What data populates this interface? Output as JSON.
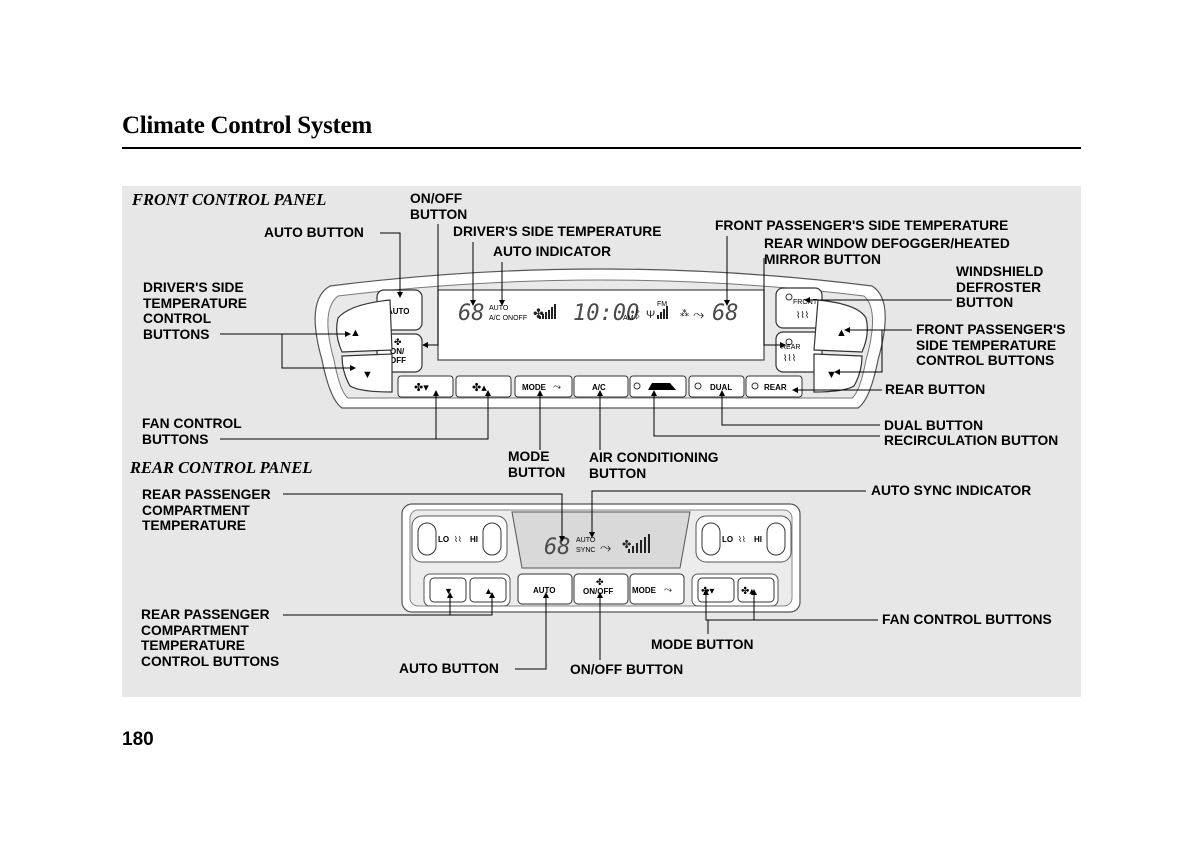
{
  "page": {
    "title": "Climate Control System",
    "number": "180"
  },
  "sections": {
    "front": "FRONT CONTROL PANEL",
    "rear": "REAR CONTROL PANEL"
  },
  "labels": {
    "on_off_button_top": "ON/OFF\nBUTTON",
    "auto_button_top": "AUTO BUTTON",
    "drivers_side_temperature": "DRIVER'S SIDE TEMPERATURE",
    "auto_indicator": "AUTO INDICATOR",
    "front_passenger_side_temperature": "FRONT PASSENGER'S SIDE TEMPERATURE",
    "rear_window_defogger": "REAR WINDOW DEFOGGER/HEATED\nMIRROR BUTTON",
    "windshield_defroster": "WINDSHIELD\nDEFROSTER\nBUTTON",
    "drivers_temp_controls": "DRIVER'S SIDE\nTEMPERATURE\nCONTROL\nBUTTONS",
    "front_passenger_temp_controls": "FRONT PASSENGER'S\nSIDE TEMPERATURE\nCONTROL BUTTONS",
    "rear_button": "REAR BUTTON",
    "fan_control_buttons_front": "FAN CONTROL\nBUTTONS",
    "dual_button": "DUAL BUTTON",
    "recirculation_button": "RECIRCULATION BUTTON",
    "mode_button_front": "MODE\nBUTTON",
    "air_conditioning_button": "AIR CONDITIONING\nBUTTON",
    "rear_passenger_compartment_temp": "REAR PASSENGER\nCOMPARTMENT\nTEMPERATURE",
    "auto_sync_indicator": "AUTO SYNC INDICATOR",
    "rear_passenger_temp_controls": "REAR PASSENGER\nCOMPARTMENT\nTEMPERATURE\nCONTROL BUTTONS",
    "fan_control_buttons_rear": "FAN CONTROL BUTTONS",
    "mode_button_rear": "MODE BUTTON",
    "auto_button_rear": "AUTO BUTTON",
    "on_off_button_rear": "ON/OFF BUTTON"
  },
  "front_panel": {
    "auto": "AUTO",
    "on": "ON/",
    "off": "OFF",
    "mode": "MODE",
    "ac": "A/C",
    "dual": "DUAL",
    "rear": "REAR",
    "front_small": "FRONT",
    "rear_small": "REAR",
    "display": {
      "driver_temp": "68",
      "auto": "AUTO",
      "ac_onoff": "A/C ONOFF",
      "clock": "10:00",
      "am": "AM",
      "fm": "FM",
      "passenger_temp": "68"
    }
  },
  "rear_panel": {
    "lo": "LO",
    "hi": "HI",
    "auto": "AUTO",
    "on_off": "ON/OFF",
    "mode": "MODE",
    "display": {
      "temp": "68",
      "auto": "AUTO",
      "sync": "SYNC"
    }
  }
}
